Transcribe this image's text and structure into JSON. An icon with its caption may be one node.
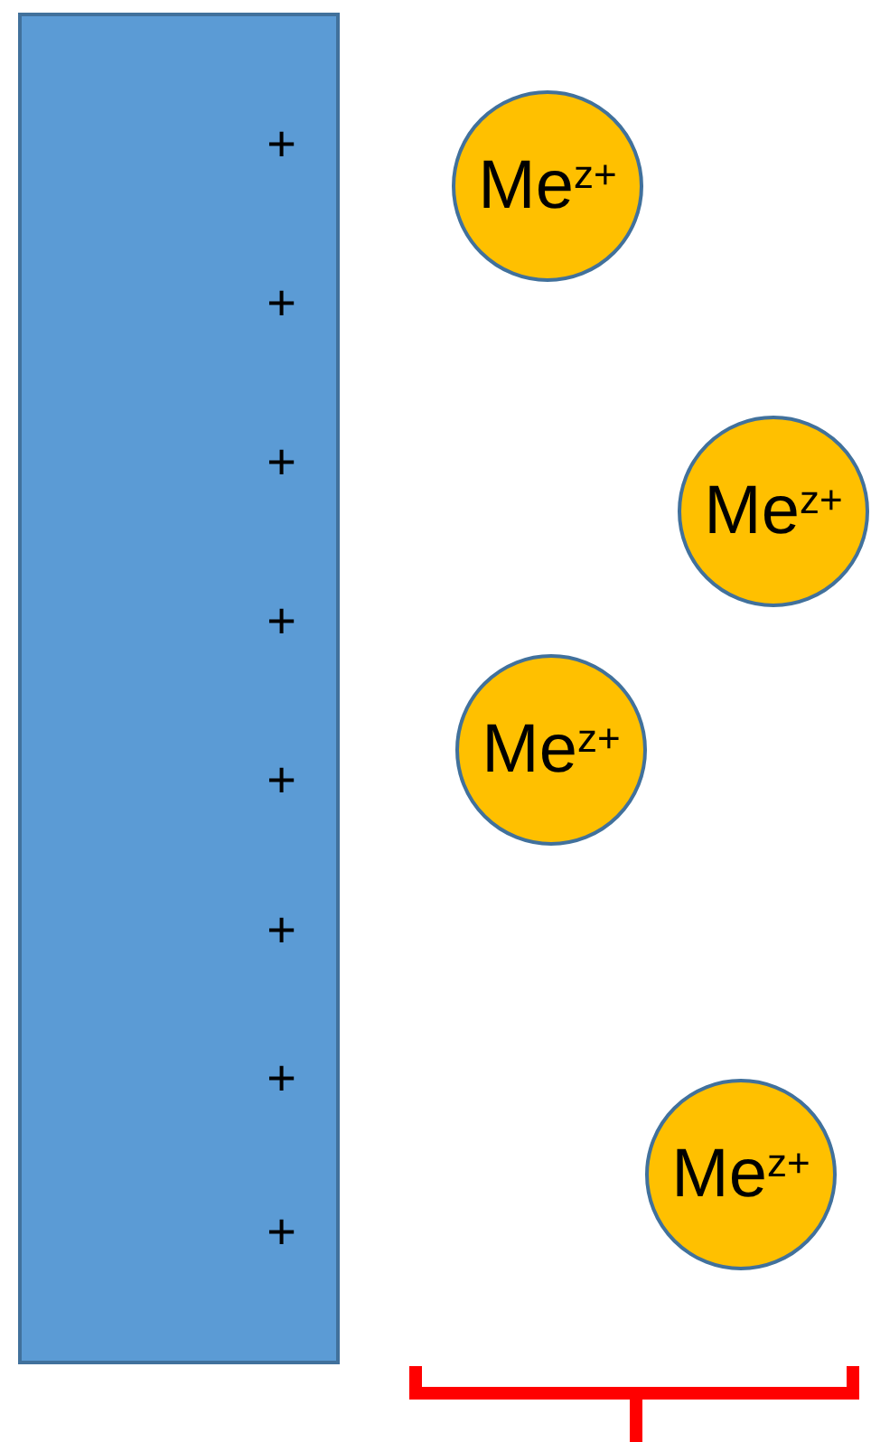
{
  "diagram": {
    "nodes": [
      {
        "text": [
          "+",
          "+",
          "+",
          "+",
          "+",
          "+",
          "+",
          "+"
        ]
      },
      {
        "text": [
          "Me$^{z+}$"
        ]
      },
      {
        "text": [
          "Me$^{z+}$"
        ]
      },
      {
        "text": [
          "Me$^{z+}$"
        ]
      },
      {
        "text": [
          "Me$^{z+}$"
        ]
      }
    ]
  }
}
